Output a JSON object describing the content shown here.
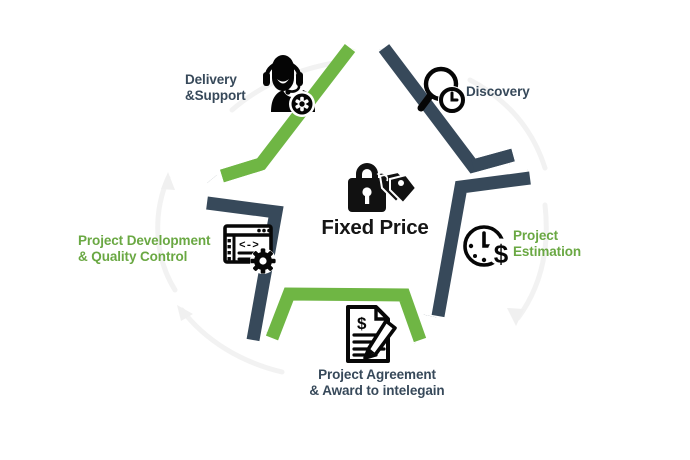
{
  "diagram": {
    "type": "cycle",
    "title": "Fixed Price",
    "center": {
      "label": "Fixed Price",
      "icon": "padlock-price-tag-icon"
    },
    "colors": {
      "green": "#6fb644",
      "dark_slate": "#37495a",
      "label_green": "#6aa843",
      "label_dark": "#37495a",
      "icon_black": "#000000",
      "faint_arrow": "#f0f0f0",
      "background": "#ffffff"
    },
    "steps": [
      {
        "id": "discovery",
        "label": "Discovery",
        "icon": "magnifier-clock-icon",
        "label_color": "dark",
        "segment_color": "dark_slate",
        "position": "top-right"
      },
      {
        "id": "project-estimation",
        "label": "Project\nEstimation",
        "icon": "clock-dollar-icon",
        "label_color": "green",
        "segment_color": "dark_slate",
        "position": "right"
      },
      {
        "id": "project-agreement",
        "label": "Project Agreement\n& Award to intelegain",
        "icon": "document-pen-icon",
        "label_color": "dark",
        "segment_color": "green",
        "position": "bottom"
      },
      {
        "id": "project-development",
        "label": "Project Development\n& Quality Control",
        "icon": "code-window-gear-icon",
        "label_color": "green",
        "segment_color": "dark_slate",
        "position": "left"
      },
      {
        "id": "delivery-support",
        "label": "Delivery\n&Support",
        "icon": "headset-agent-gear-icon",
        "label_color": "dark",
        "segment_color": "green",
        "position": "top-left"
      }
    ]
  }
}
